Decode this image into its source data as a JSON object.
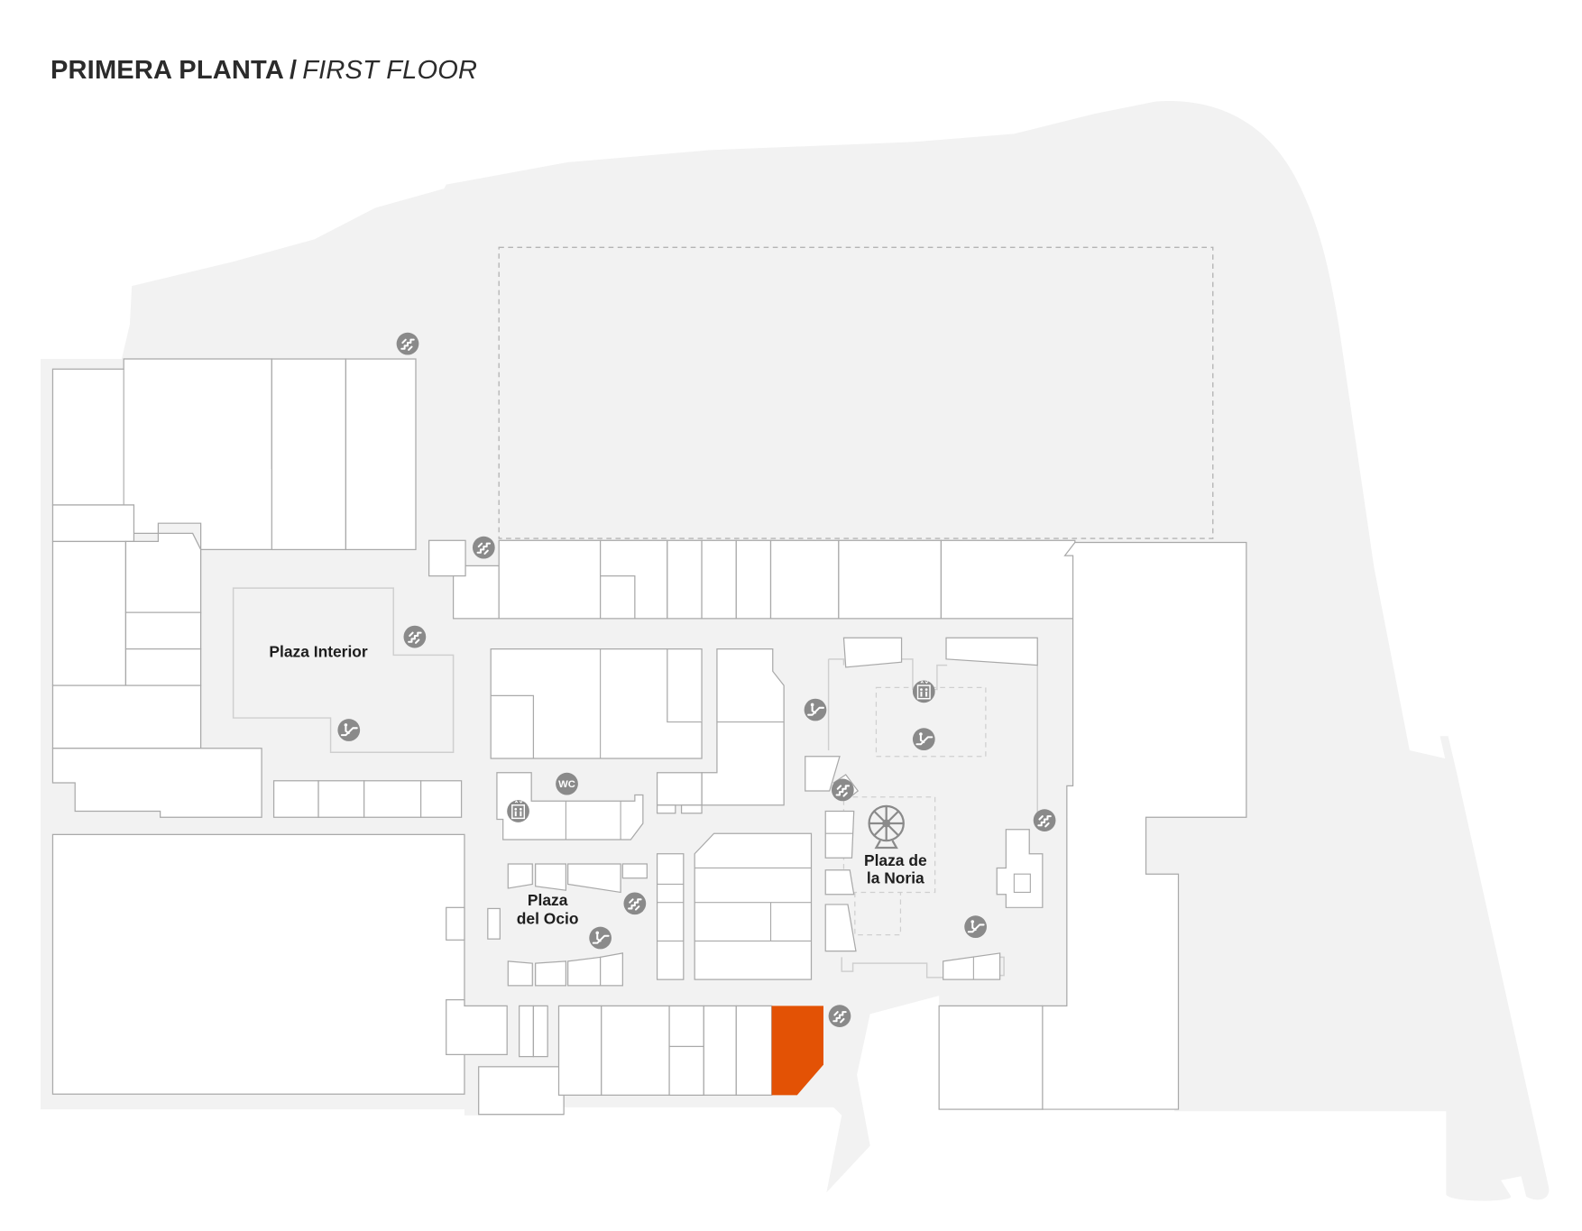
{
  "header": {
    "title_es": "PRIMERA PLANTA",
    "separator": "/",
    "title_en": "FIRST FLOOR"
  },
  "map": {
    "colors": {
      "site": "#f2f2f2",
      "shop": "#ffffff",
      "shop_outline": "#a9a9a9",
      "highlight_shop": "#e35205",
      "icon": "#8a8a8a"
    },
    "plazas": [
      {
        "id": "plaza-interior",
        "lines": [
          "Plaza Interior"
        ]
      },
      {
        "id": "plaza-del-ocio",
        "lines": [
          "Plaza",
          "del Ocio"
        ]
      },
      {
        "id": "plaza-de-la-noria",
        "lines": [
          "Plaza de",
          "la Noria"
        ]
      }
    ],
    "icons": {
      "stairs": "stairs-icon",
      "escalator": "escalator-icon",
      "elevator": "elevator-icon",
      "wc": "WC",
      "ferris_wheel": "ferris-wheel-icon"
    },
    "highlighted_shop": "selected-store"
  }
}
